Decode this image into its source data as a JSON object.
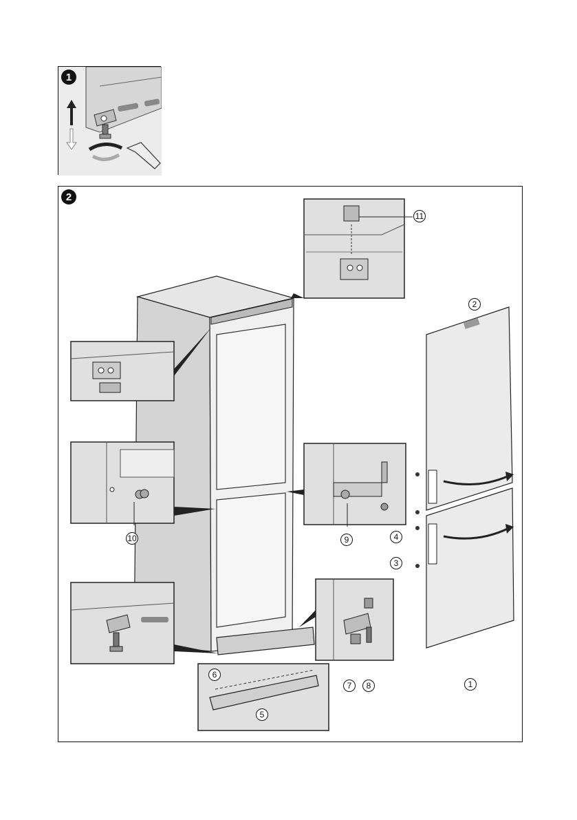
{
  "steps": {
    "step1": "1",
    "step2": "2"
  },
  "callouts": {
    "c1": "1",
    "c2": "2",
    "c3": "3",
    "c4": "4",
    "c5": "5",
    "c6": "6",
    "c7": "7",
    "c8": "8",
    "c9": "9",
    "c10": "10",
    "c11": "11"
  },
  "colors": {
    "line": "#111111",
    "panel_fill": "#e6e6e6",
    "cabinet_fill": "#dcdcdc",
    "door_fill": "#e8e8e8",
    "arrow_fill": "#222222"
  }
}
